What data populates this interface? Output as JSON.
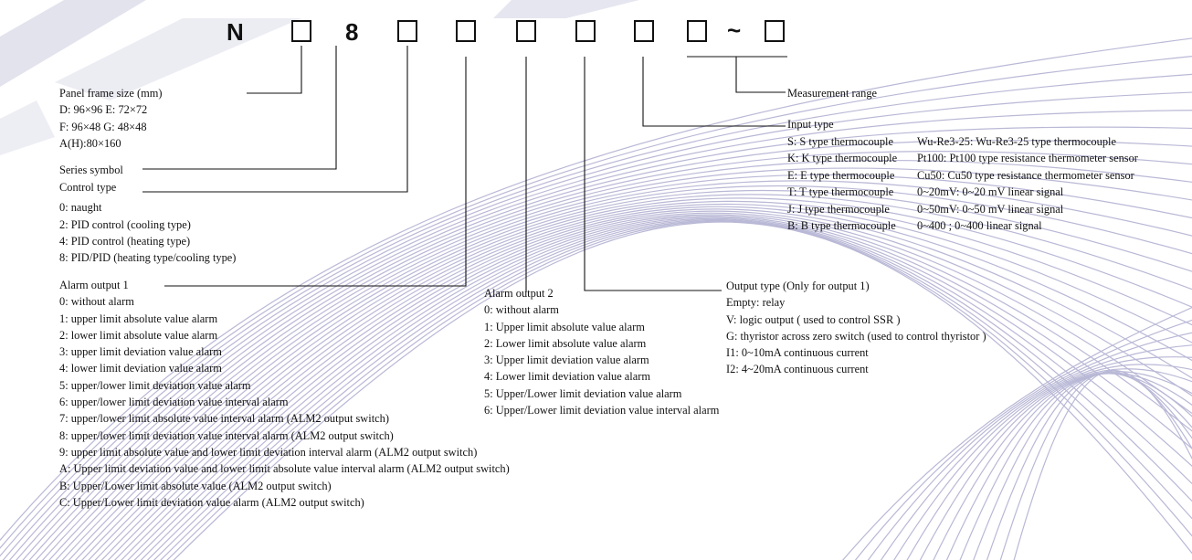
{
  "code": {
    "chars": [
      "N",
      "8",
      "~"
    ]
  },
  "panel_frame": {
    "title": "Panel frame size (mm)",
    "items": [
      "D: 96×96   E: 72×72",
      "F: 96×48   G: 48×48",
      "A(H):80×160"
    ]
  },
  "series": {
    "title": "Series symbol"
  },
  "control_type": {
    "title": "Control type",
    "items": [
      "0: naught",
      "2: PID control (cooling type)",
      "4: PID control (heating type)",
      "8: PID/PID (heating type/cooling type)"
    ]
  },
  "alarm1": {
    "title": "Alarm output 1",
    "items": [
      "0: without alarm",
      "1: upper limit absolute value alarm",
      "2: lower limit absolute value alarm",
      "3: upper limit deviation value alarm",
      "4: lower limit deviation value alarm",
      "5: upper/lower limit deviation value alarm",
      "6: upper/lower limit deviation value interval alarm",
      "7: upper/lower limit absolute value interval alarm (ALM2 output switch)",
      "8: upper/lower limit deviation value interval alarm (ALM2 output switch)",
      "9: upper limit absolute value and lower limit deviation interval alarm (ALM2 output switch)",
      "A: Upper limit deviation value and lower limit absolute value interval alarm (ALM2 output switch)",
      "B: Upper/Lower limit absolute value (ALM2 output switch)",
      "C: Upper/Lower limit deviation value alarm (ALM2 output switch)"
    ]
  },
  "alarm2": {
    "title": "Alarm output 2",
    "items": [
      "0: without alarm",
      "1: Upper limit absolute value alarm",
      "2: Lower limit absolute value alarm",
      "3: Upper limit deviation value alarm",
      "4: Lower limit deviation value alarm",
      "5: Upper/Lower limit deviation value alarm",
      "6: Upper/Lower limit deviation value interval alarm"
    ]
  },
  "output_type": {
    "title": "Output type (Only for output 1)",
    "items": [
      "Empty: relay",
      "V: logic output ( used to control SSR )",
      "G: thyristor across zero switch (used to control thyristor )",
      "I1: 0~10mA continuous current",
      "I2: 4~20mA continuous current"
    ]
  },
  "input_type": {
    "title": "Input type",
    "rows": [
      [
        "S: S type thermocouple",
        "Wu-Re3-25: Wu-Re3-25 type thermocouple"
      ],
      [
        "K: K type thermocouple",
        "Pt100: Pt100 type resistance thermometer sensor"
      ],
      [
        "E: E type thermocouple",
        "Cu50: Cu50 type resistance thermometer sensor"
      ],
      [
        "T: T type thermocouple",
        "0~20mV: 0~20 mV linear signal"
      ],
      [
        "J: J type thermocouple",
        "0~50mV: 0~50 mV linear signal"
      ],
      [
        "B: B type thermocouple",
        "0~400 ; 0~400  linear signal"
      ]
    ]
  },
  "measurement": {
    "title": "Measurement range"
  },
  "colors": {
    "line": "#111111",
    "wave": "#b9b8d6",
    "band": "#dcdcea"
  }
}
